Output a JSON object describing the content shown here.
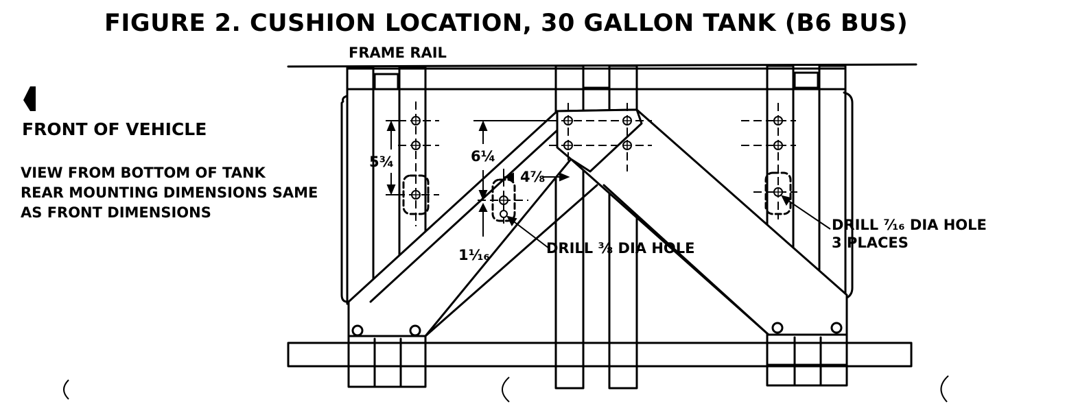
{
  "title": "FIGURE 2. CUSHION LOCATION, 30 GALLON TANK (B6 BUS)",
  "labels": {
    "frame_rail": "FRAME RAIL",
    "front_of_vehicle": "FRONT OF VEHICLE",
    "view_note": [
      "VIEW FROM BOTTOM OF TANK",
      "REAR MOUNTING DIMENSIONS SAME",
      "AS FRONT DIMENSIONS"
    ],
    "drill_small": "DRILL ⅜ DIA HOLE",
    "drill_large_line1": "DRILL ⁷⁄₁₆ DIA HOLE",
    "drill_large_line2": "3 PLACES"
  },
  "dimensions": {
    "d1": "5¾",
    "d2": "6¼",
    "d3": "4⅞",
    "d4": "1¹⁄₁₆"
  },
  "colors": {
    "ink": "#000000",
    "paper": "#ffffff"
  }
}
